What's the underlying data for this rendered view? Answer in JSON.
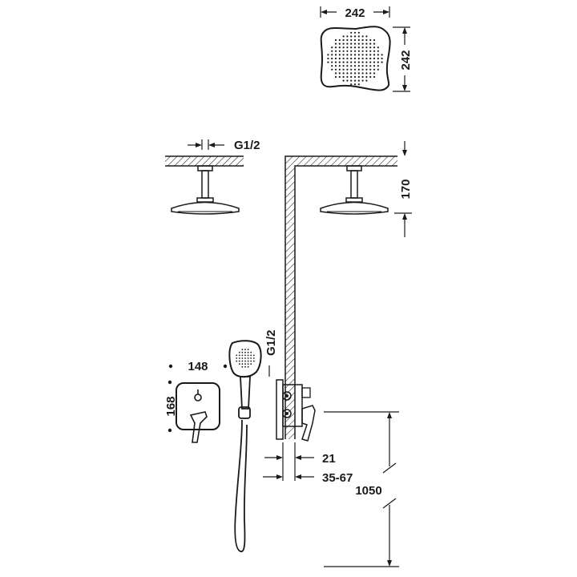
{
  "dimensions": {
    "head_width": "242",
    "head_height": "242",
    "thread_top": "G1/2",
    "arm_length": "170",
    "thread_valve": "G1/2",
    "plate_width": "148",
    "plate_height": "168",
    "valve_depth_min": "21",
    "valve_depth_range": "35-67",
    "valve_height": "1050"
  },
  "colors": {
    "line": "#1a1a1a",
    "hatch": "#1a1a1a",
    "background": "#ffffff"
  }
}
